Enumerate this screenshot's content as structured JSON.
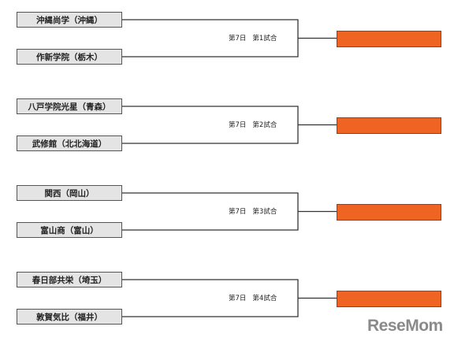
{
  "matches": [
    {
      "day": "第7日",
      "game": "第1試合",
      "team_top": "沖縄尚学（沖縄）",
      "team_bottom": "作新学院（栃木）"
    },
    {
      "day": "第7日",
      "game": "第2試合",
      "team_top": "八戸学院光星（青森）",
      "team_bottom": "武修館（北北海道）"
    },
    {
      "day": "第7日",
      "game": "第3試合",
      "team_top": "関西（岡山）",
      "team_bottom": "富山商（富山）"
    },
    {
      "day": "第7日",
      "game": "第4試合",
      "team_top": "春日部共栄（埼玉）",
      "team_bottom": "敦賀気比（福井）"
    }
  ],
  "colors": {
    "result_box": "#f06423",
    "team_box": "#e4e4e4",
    "line": "#333333"
  },
  "logo": {
    "text": "ReseMom"
  }
}
